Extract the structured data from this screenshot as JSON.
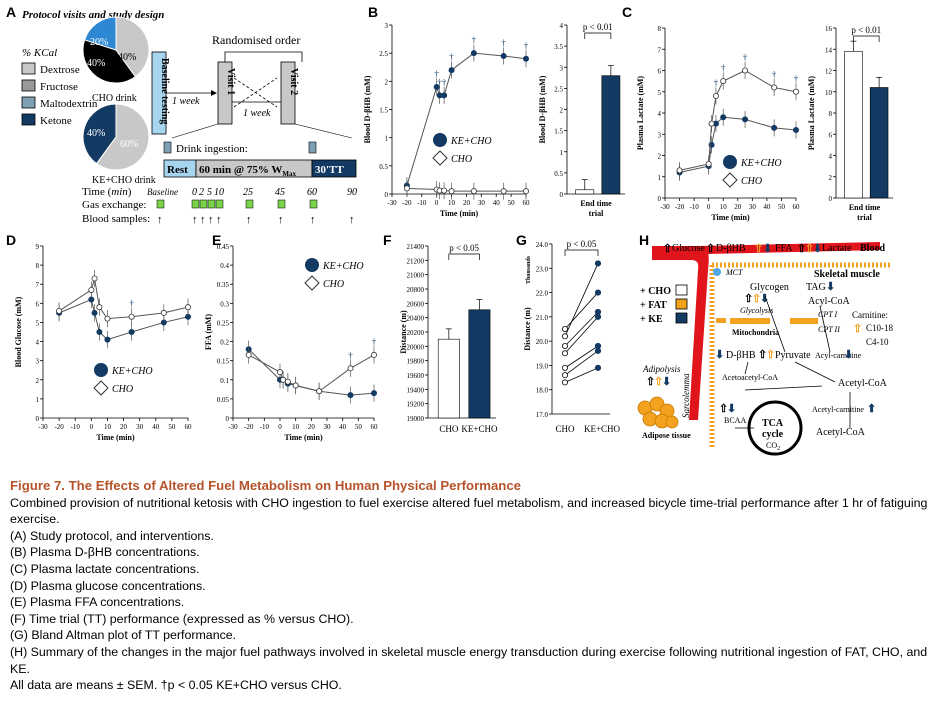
{
  "panels": {
    "A": {
      "letter": "A",
      "title": "Protocol visits and study design",
      "kcal_label": "% KCal",
      "legend": [
        "Dextrose",
        "Fructose",
        "Maltodextrin",
        "Ketone"
      ],
      "pie_cho": {
        "label": "CHO drink",
        "slices": [
          {
            "name": "Dextrose",
            "value": 40,
            "label": "40%"
          },
          {
            "name": "Fructose",
            "value": 40,
            "label": "40%"
          },
          {
            "name": "Maltodextrin",
            "value": 20,
            "label": "20%"
          }
        ]
      },
      "pie_ke": {
        "label": "KE+CHO drink",
        "slices": [
          {
            "name": "Ketone",
            "value": 40,
            "label": "40%"
          },
          {
            "name": "Dextrose",
            "value": 60,
            "label": "60%"
          }
        ]
      },
      "baseline_testing": "Baseline testing",
      "randomised_order": "Randomised order",
      "week1": "1 week",
      "week2": "1 week",
      "visit1": "Visit 1",
      "visit2": "Visit 2",
      "drink_ingestion": "Drink ingestion:",
      "rest": "Rest",
      "exercise": "60 min @ 75% W",
      "exercise_sub": "Max",
      "tt": "30'TT",
      "time_label": "Time (min)",
      "baseline": "Baseline",
      "time_ticks": [
        "0",
        "2",
        "5",
        "10",
        "25",
        "45",
        "60",
        "90"
      ],
      "gas_exchange": "Gas exchange:",
      "blood_samples": "Blood samples:"
    },
    "B": {
      "letter": "B",
      "line": {
        "ylabel": "Blood D-βHB (mM)",
        "xlabel": "Time (min)",
        "yticks": [
          "0",
          "0.5",
          "1",
          "1.5",
          "2",
          "2.5",
          "3"
        ],
        "xticks": [
          "-30",
          "-20",
          "-10",
          "0",
          "10",
          "20",
          "30",
          "40",
          "50",
          "60"
        ],
        "legend": [
          "KE+CHO",
          "CHO"
        ]
      },
      "bar": {
        "ylabel": "Blood D-βHB (mM)",
        "xlabel_line1": "End time",
        "xlabel_line2": "trial",
        "yticks": [
          "0",
          "0.5",
          "1",
          "1.5",
          "2",
          "2.5",
          "3",
          "3.5",
          "4"
        ],
        "p_label": "p < 0.01"
      }
    },
    "C": {
      "letter": "C",
      "line": {
        "ylabel": "Plasma Lactate (mM)",
        "xlabel": "Time (min)",
        "yticks": [
          "0",
          "1",
          "2",
          "3",
          "4",
          "5",
          "6",
          "7",
          "8"
        ],
        "xticks": [
          "-30",
          "-20",
          "-10",
          "0",
          "10",
          "20",
          "30",
          "40",
          "50",
          "60"
        ],
        "legend": [
          "KE+CHO",
          "CHO"
        ]
      },
      "bar": {
        "ylabel": "Plasma Lactate (mM)",
        "xlabel_line1": "End time",
        "xlabel_line2": "trial",
        "yticks": [
          "0",
          "2",
          "4",
          "6",
          "8",
          "10",
          "12",
          "14",
          "16"
        ],
        "p_label": "p < 0.01"
      }
    },
    "D": {
      "letter": "D",
      "ylabel": "Blood Glucose (mM)",
      "xlabel": "Time (min)",
      "yticks": [
        "0",
        "1",
        "2",
        "3",
        "4",
        "5",
        "6",
        "7",
        "8",
        "9"
      ],
      "xticks": [
        "-30",
        "-20",
        "-10",
        "0",
        "10",
        "20",
        "30",
        "40",
        "50",
        "60"
      ],
      "legend": [
        "KE+CHO",
        "CHO"
      ]
    },
    "E": {
      "letter": "E",
      "ylabel": "FFA (mM)",
      "xlabel": "Time (min)",
      "yticks": [
        "0",
        "0.05",
        "0.1",
        "0.15",
        "0.2",
        "0.25",
        "0.3",
        "0.35",
        "0.4",
        "0.45"
      ],
      "xticks": [
        "-30",
        "-20",
        "-10",
        "0",
        "10",
        "20",
        "30",
        "40",
        "50",
        "60"
      ],
      "legend": [
        "KE+CHO",
        "CHO"
      ]
    },
    "F": {
      "letter": "F",
      "ylabel": "Distance (m)",
      "yticks": [
        "19000",
        "19200",
        "19400",
        "19600",
        "19800",
        "20000",
        "20200",
        "20400",
        "20600",
        "20800",
        "21000",
        "21200",
        "21400"
      ],
      "categories": [
        "CHO",
        "KE+CHO"
      ],
      "p_label": "p < 0.05"
    },
    "G": {
      "letter": "G",
      "ylabel_top": "Thousands",
      "ylabel": "Distance (m)",
      "yticks": [
        "17.0",
        "18.0",
        "19.0",
        "20.0",
        "21.0",
        "22.0",
        "23.0",
        "24.0"
      ],
      "categories": [
        "CHO",
        "KE+CHO"
      ],
      "p_label": "p < 0.05"
    },
    "H": {
      "letter": "H",
      "legend": [
        "+ CHO",
        "+ FAT",
        "+ KE"
      ],
      "top_labels": [
        "Glucose",
        "D-βHB",
        "FFA",
        "Lactate",
        "Blood"
      ],
      "skeletal_muscle": "Skeletal muscle",
      "mct": "MCT",
      "glycogen": "Glycogen",
      "glycolysis": "Glycolysis",
      "tag": "TAG",
      "acyl_coa": "Acyl-CoA",
      "carnitine": "Carnitine:",
      "c10_18": "C10-18",
      "c4_10": "C4-10",
      "cpt1": "CPT I",
      "cpt2": "CPT II",
      "mitochondria": "Mitochondria",
      "dbhb": "D-βHB",
      "pyruvate": "Pyruvate",
      "acyl_carnitine": "Acyl-carnitine",
      "acetoacetyl_coa": "Acetoacetyl-CoA",
      "acetyl_coa": "Acetyl-CoA",
      "acetyl_carnitine": "Acetyl-carnitine",
      "tca": "TCA",
      "cycle": "cycle",
      "co2": "CO",
      "adipolysis": "Adipolysis",
      "sarcolemma": "Sarcolemma",
      "bcaa": "BCAA",
      "adipose_tissue": "Adipose tissue",
      "acetyl_coa_bottom": "Acetyl-CoA"
    }
  },
  "chart_data": [
    {
      "panel": "B-line",
      "type": "line",
      "title": "",
      "xlabel": "Time (min)",
      "ylabel": "Blood D-βHB (mM)",
      "xlim": [
        -30,
        60
      ],
      "ylim": [
        0,
        3
      ],
      "x": [
        -20,
        0,
        2,
        5,
        10,
        25,
        45,
        60
      ],
      "series": [
        {
          "name": "KE+CHO",
          "values": [
            0.15,
            1.9,
            1.75,
            1.75,
            2.2,
            2.5,
            2.45,
            2.4
          ]
        },
        {
          "name": "CHO",
          "values": [
            0.1,
            0.08,
            0.06,
            0.06,
            0.05,
            0.05,
            0.05,
            0.05
          ]
        }
      ]
    },
    {
      "panel": "B-bar",
      "type": "bar",
      "categories": [
        "CHO",
        "KE+CHO"
      ],
      "values": [
        0.1,
        2.8
      ],
      "ylim": [
        0,
        4
      ],
      "ylabel": "Blood D-βHB (mM)"
    },
    {
      "panel": "C-line",
      "type": "line",
      "xlabel": "Time (min)",
      "ylabel": "Plasma Lactate (mM)",
      "xlim": [
        -30,
        60
      ],
      "ylim": [
        0,
        8
      ],
      "x": [
        -20,
        0,
        2,
        5,
        10,
        25,
        45,
        60
      ],
      "series": [
        {
          "name": "KE+CHO",
          "values": [
            1.2,
            1.5,
            2.5,
            3.5,
            3.8,
            3.7,
            3.3,
            3.2
          ]
        },
        {
          "name": "CHO",
          "values": [
            1.3,
            1.6,
            3.5,
            4.8,
            5.5,
            6.0,
            5.2,
            5.0
          ]
        }
      ]
    },
    {
      "panel": "C-bar",
      "type": "bar",
      "categories": [
        "CHO",
        "KE+CHO"
      ],
      "values": [
        13.8,
        10.4
      ],
      "ylim": [
        0,
        16
      ],
      "ylabel": "Plasma Lactate (mM)"
    },
    {
      "panel": "D",
      "type": "line",
      "xlabel": "Time (min)",
      "ylabel": "Blood Glucose (mM)",
      "xlim": [
        -30,
        60
      ],
      "ylim": [
        0,
        9
      ],
      "x": [
        -20,
        0,
        2,
        5,
        10,
        25,
        45,
        60
      ],
      "series": [
        {
          "name": "KE+CHO",
          "values": [
            5.5,
            6.2,
            5.5,
            4.5,
            4.1,
            4.5,
            5.0,
            5.3
          ]
        },
        {
          "name": "CHO",
          "values": [
            5.6,
            6.7,
            7.3,
            5.8,
            5.2,
            5.3,
            5.5,
            5.8
          ]
        }
      ]
    },
    {
      "panel": "E",
      "type": "line",
      "xlabel": "Time (min)",
      "ylabel": "FFA (mM)",
      "xlim": [
        -30,
        60
      ],
      "ylim": [
        0,
        0.45
      ],
      "x": [
        -20,
        0,
        2,
        5,
        10,
        25,
        45,
        60
      ],
      "series": [
        {
          "name": "KE+CHO",
          "values": [
            0.18,
            0.1,
            0.1,
            0.09,
            0.085,
            0.07,
            0.06,
            0.065
          ]
        },
        {
          "name": "CHO",
          "values": [
            0.165,
            0.12,
            0.1,
            0.095,
            0.085,
            0.07,
            0.13,
            0.165
          ]
        }
      ]
    },
    {
      "panel": "F",
      "type": "bar",
      "ylabel": "Distance (m)",
      "categories": [
        "CHO",
        "KE+CHO"
      ],
      "values": [
        20100,
        20510
      ],
      "ylim": [
        19000,
        21400
      ]
    },
    {
      "panel": "G",
      "type": "line",
      "ylabel": "Distance (m)",
      "categories": [
        "CHO",
        "KE+CHO"
      ],
      "ylim": [
        17,
        24
      ],
      "series": [
        {
          "name": "",
          "values": [
            20.2,
            23.2
          ]
        },
        {
          "name": "",
          "values": [
            20.5,
            22.0
          ]
        },
        {
          "name": "",
          "values": [
            19.8,
            21.2
          ]
        },
        {
          "name": "",
          "values": [
            19.5,
            21.0
          ]
        },
        {
          "name": "",
          "values": [
            18.9,
            19.8
          ]
        },
        {
          "name": "",
          "values": [
            18.6,
            19.6
          ]
        },
        {
          "name": "",
          "values": [
            18.3,
            18.9
          ]
        }
      ]
    }
  ],
  "caption": {
    "title": "Figure 7. The Effects of Altered Fuel Metabolism on Human Physical Performance",
    "lines": [
      "Combined provision of nutritional ketosis with CHO ingestion to fuel exercise altered fuel metabolism, and increased bicycle time-trial performance after 1 hr of fatiguing exercise.",
      "(A) Study protocol, and interventions.",
      "(B) Plasma D-βHB concentrations.",
      "(C) Plasma lactate concentrations.",
      "(D) Plasma glucose concentrations.",
      "(E) Plasma FFA concentrations.",
      "(F) Time trial (TT) performance (expressed as % versus CHO).",
      "(G) Bland Altman plot of TT performance.",
      "(H) Summary of the changes in the major fuel pathways involved in skeletal muscle energy transduction during exercise following nutritional ingestion of FAT, CHO, and KE.",
      "All data are means ± SEM. †p < 0.05 KE+CHO versus CHO."
    ]
  },
  "colors": {
    "navy": "#123a63",
    "blue_fill": "#a7d4ee",
    "gray_dark": "#999999",
    "gray_light": "#c8c8c8",
    "maltodextrin": "#7e9fb4",
    "green": "#7ad14a",
    "orange": "#f2a21e",
    "red": "#e0141b",
    "caption_title": "#b5532a"
  }
}
